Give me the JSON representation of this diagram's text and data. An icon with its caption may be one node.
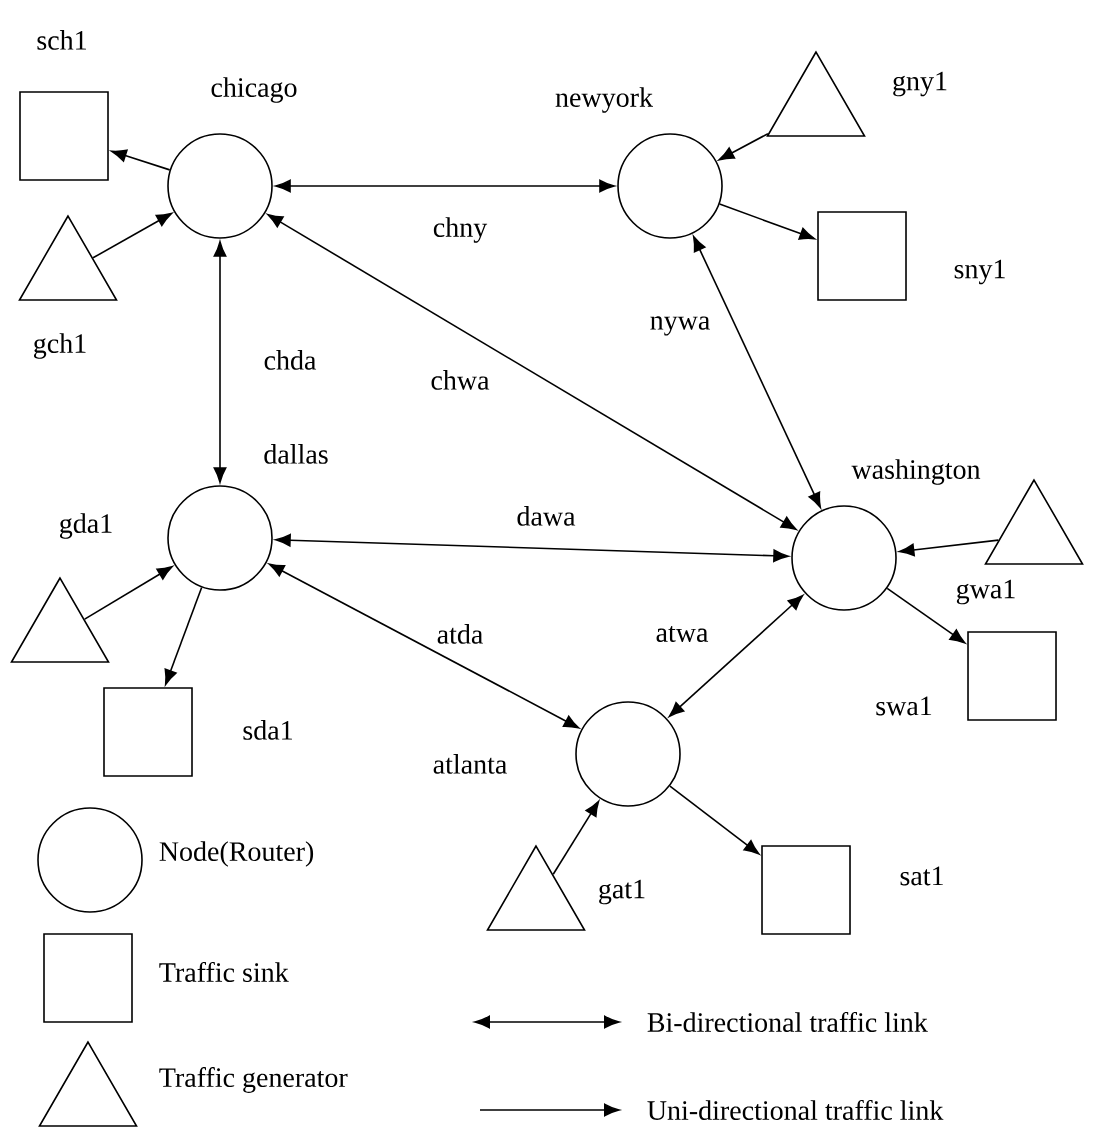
{
  "diagram": {
    "nodes": [
      {
        "text": [
          "chicago"
        ]
      },
      {
        "text": [
          "newyork"
        ]
      },
      {
        "text": [
          "dallas"
        ]
      },
      {
        "text": [
          "washington"
        ]
      },
      {
        "text": [
          "atlanta"
        ]
      },
      {
        "text": [
          "sch1"
        ]
      },
      {
        "text": [
          "gch1"
        ]
      },
      {
        "text": [
          "gny1"
        ]
      },
      {
        "text": [
          "sny1"
        ]
      },
      {
        "text": [
          "gda1"
        ]
      },
      {
        "text": [
          "sda1"
        ]
      },
      {
        "text": [
          "gwa1"
        ]
      },
      {
        "text": [
          "swa1"
        ]
      },
      {
        "text": [
          "gat1"
        ]
      },
      {
        "text": [
          "sat1"
        ]
      }
    ],
    "edges": [
      {
        "from": 0,
        "to": 5,
        "arrow": "to"
      },
      {
        "from": 6,
        "to": 0,
        "arrow": "to"
      },
      {
        "from": 0,
        "to": 1,
        "arrow": "both",
        "label": "chny"
      },
      {
        "from": 7,
        "to": 1,
        "arrow": "to"
      },
      {
        "from": 1,
        "to": 8,
        "arrow": "to"
      },
      {
        "from": 0,
        "to": 2,
        "arrow": "both",
        "label": "chda"
      },
      {
        "from": 0,
        "to": 3,
        "arrow": "both",
        "label": "chwa"
      },
      {
        "from": 1,
        "to": 3,
        "arrow": "both",
        "label": "nywa"
      },
      {
        "from": 2,
        "to": 3,
        "arrow": "both",
        "label": "dawa"
      },
      {
        "from": 11,
        "to": 3,
        "arrow": "to"
      },
      {
        "from": 3,
        "to": 12,
        "arrow": "to"
      },
      {
        "from": 9,
        "to": 2,
        "arrow": "to"
      },
      {
        "from": 2,
        "to": 10,
        "arrow": "to"
      },
      {
        "from": 2,
        "to": 4,
        "arrow": "both",
        "label": "atda"
      },
      {
        "from": 3,
        "to": 4,
        "arrow": "both",
        "label": "atwa"
      },
      {
        "from": 13,
        "to": 4,
        "arrow": "to"
      },
      {
        "from": 4,
        "to": 14,
        "arrow": "to"
      }
    ],
    "legend": [
      {
        "text": "Node(Router)"
      },
      {
        "text": "Traffic sink"
      },
      {
        "text": "Traffic generator"
      },
      {
        "text": "Bi-directional traffic link"
      },
      {
        "text": "Uni-directional traffic link"
      }
    ]
  }
}
